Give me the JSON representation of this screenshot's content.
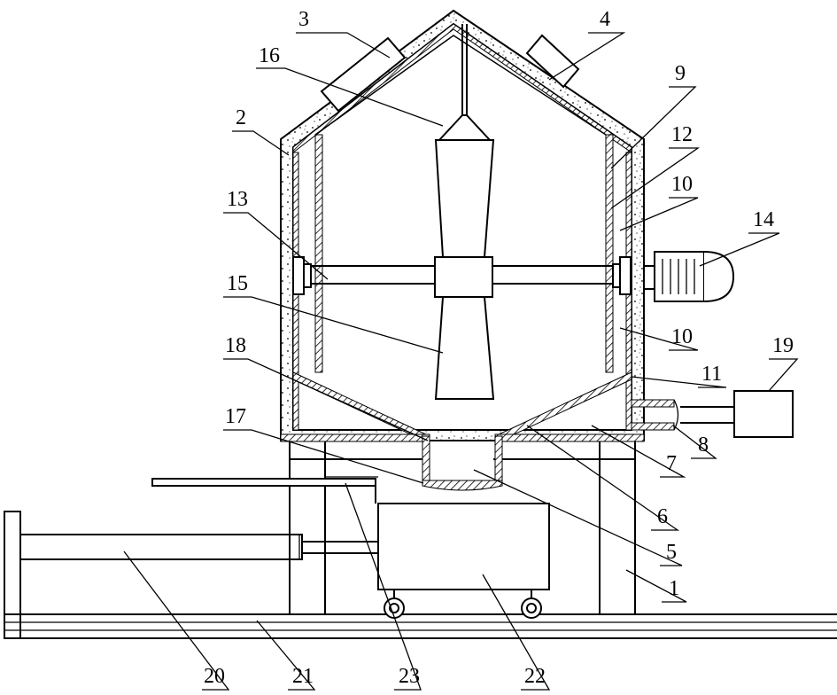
{
  "callouts": [
    {
      "id": "c1",
      "text": "1"
    },
    {
      "id": "c2",
      "text": "2"
    },
    {
      "id": "c3",
      "text": "3"
    },
    {
      "id": "c4",
      "text": "4"
    },
    {
      "id": "c5",
      "text": "5"
    },
    {
      "id": "c6",
      "text": "6"
    },
    {
      "id": "c7",
      "text": "7"
    },
    {
      "id": "c8",
      "text": "8"
    },
    {
      "id": "c9",
      "text": "9"
    },
    {
      "id": "c10a",
      "text": "10"
    },
    {
      "id": "c10b",
      "text": "10"
    },
    {
      "id": "c11",
      "text": "11"
    },
    {
      "id": "c12",
      "text": "12"
    },
    {
      "id": "c13",
      "text": "13"
    },
    {
      "id": "c14",
      "text": "14"
    },
    {
      "id": "c15",
      "text": "15"
    },
    {
      "id": "c16",
      "text": "16"
    },
    {
      "id": "c17",
      "text": "17"
    },
    {
      "id": "c18",
      "text": "18"
    },
    {
      "id": "c19",
      "text": "19"
    },
    {
      "id": "c20",
      "text": "20"
    },
    {
      "id": "c21",
      "text": "21"
    },
    {
      "id": "c22",
      "text": "22"
    },
    {
      "id": "c23",
      "text": "23"
    }
  ]
}
